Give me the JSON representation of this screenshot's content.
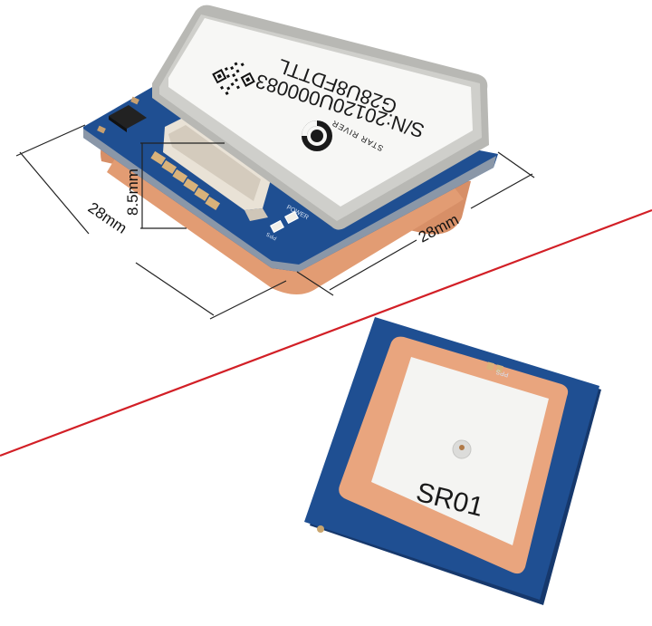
{
  "scene": {
    "description": "GPS module product photo with dimension annotations and antenna side view",
    "divider_color": "#d21f26",
    "pcb_color": "#1f4f92",
    "antenna_ceramic_color": "#e7a07a",
    "shield_color": "#c9c9c6"
  },
  "module": {
    "label": {
      "brand": "STAR RIVER",
      "model": "G28U8FDTTL",
      "serial": "S/N:20120U000083",
      "logo": "star-river-logo"
    },
    "silkscreen": {
      "power": "POWER",
      "pps": "PPS"
    }
  },
  "dimensions": {
    "length_left": "28mm",
    "length_right": "28mm",
    "height": "8.5mm"
  },
  "antenna": {
    "label": "SR01",
    "silkscreen": "PPS"
  }
}
